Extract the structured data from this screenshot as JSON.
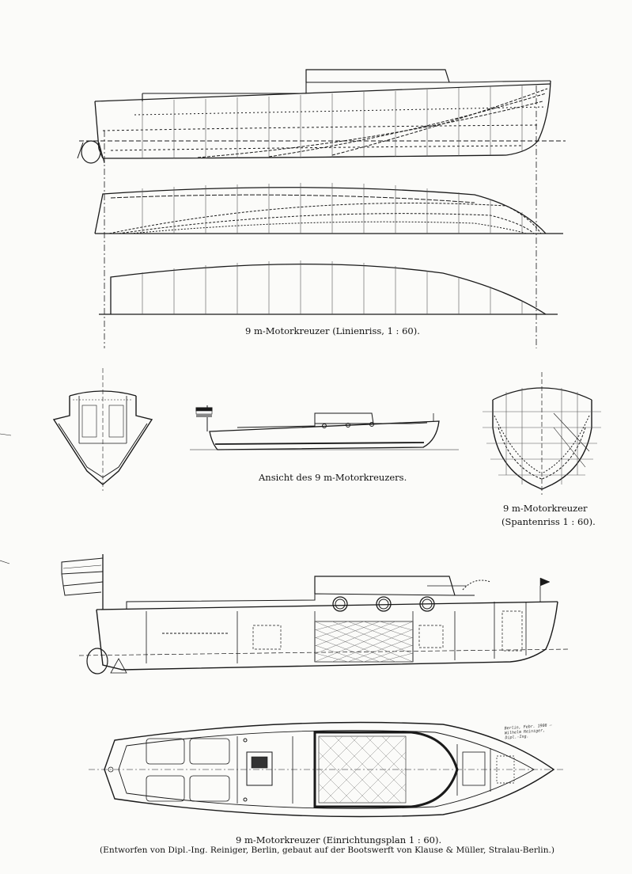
{
  "captions": {
    "linienriss": "9 m-Motorkreuzer (Linienriss, 1 : 60).",
    "ansicht": "Ansicht des 9 m-Motorkreuzers.",
    "spantenriss_title": "9 m-Motorkreuzer",
    "spantenriss_scale": "(Spantenriss 1 : 60).",
    "einrichtung": "9 m-Motorkreuzer (Einrichtungsplan 1 : 60).",
    "credit": "(Entworfen von Dipl.-Ing. Reiniger, Berlin, gebaut auf der Bootswerft von Klause & Müller, Stralau-Berlin.)"
  },
  "signature": "Berlin, Febr. 1908 — Wilhelm Reiniger, Dipl.-Ing.",
  "colors": {
    "ink": "#1a1a1a",
    "paper": "#fbfbf9",
    "grid": "#666666"
  }
}
